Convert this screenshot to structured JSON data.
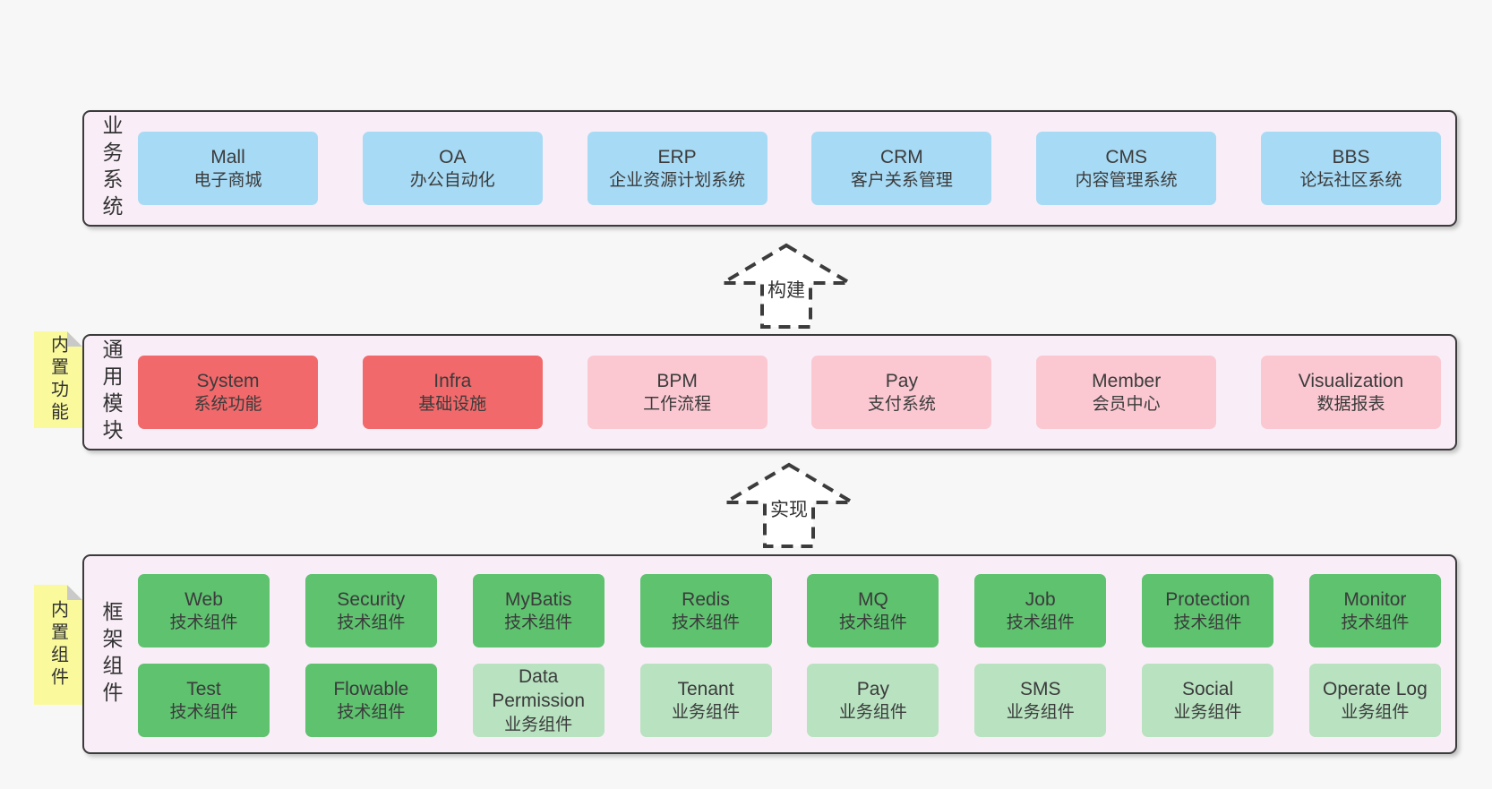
{
  "colors": {
    "page_background": "#f7f7f7",
    "container_background": "#f9eef7",
    "container_border": "#3b3b3b",
    "blue_box": "#a7daf5",
    "red_box": "#f1696b",
    "pink_box": "#fbc8d2",
    "green_box": "#5ec26f",
    "light_green_box": "#b8e2c0",
    "sticky_note": "#fafa9d",
    "sticky_fold": "#c9c9c9",
    "arrow_stroke": "#3c3c3c",
    "arrow_fill": "#ffffff",
    "text": "#3b3b3b"
  },
  "arrows": [
    {
      "label": "构建"
    },
    {
      "label": "实现"
    }
  ],
  "notes": [
    {
      "label": "内置功能"
    },
    {
      "label": "内置组件"
    }
  ],
  "layers": [
    {
      "label": "业务系统",
      "boxes": [
        {
          "en": "Mall",
          "zh": "电子商城"
        },
        {
          "en": "OA",
          "zh": "办公自动化"
        },
        {
          "en": "ERP",
          "zh": "企业资源计划系统"
        },
        {
          "en": "CRM",
          "zh": "客户关系管理"
        },
        {
          "en": "CMS",
          "zh": "内容管理系统"
        },
        {
          "en": "BBS",
          "zh": "论坛社区系统"
        }
      ]
    },
    {
      "label": "通用模块",
      "boxes": [
        {
          "en": "System",
          "zh": "系统功能"
        },
        {
          "en": "Infra",
          "zh": "基础设施"
        },
        {
          "en": "BPM",
          "zh": "工作流程"
        },
        {
          "en": "Pay",
          "zh": "支付系统"
        },
        {
          "en": "Member",
          "zh": "会员中心"
        },
        {
          "en": "Visualization",
          "zh": "数据报表"
        }
      ]
    },
    {
      "label": "框架组件",
      "rows": [
        [
          {
            "en": "Web",
            "zh": "技术组件"
          },
          {
            "en": "Security",
            "zh": "技术组件"
          },
          {
            "en": "MyBatis",
            "zh": "技术组件"
          },
          {
            "en": "Redis",
            "zh": "技术组件"
          },
          {
            "en": "MQ",
            "zh": "技术组件"
          },
          {
            "en": "Job",
            "zh": "技术组件"
          },
          {
            "en": "Protection",
            "zh": "技术组件"
          },
          {
            "en": "Monitor",
            "zh": "技术组件"
          }
        ],
        [
          {
            "en": "Test",
            "zh": "技术组件"
          },
          {
            "en": "Flowable",
            "zh": "技术组件"
          },
          {
            "en": "Data Permission",
            "zh": "业务组件"
          },
          {
            "en": "Tenant",
            "zh": "业务组件"
          },
          {
            "en": "Pay",
            "zh": "业务组件"
          },
          {
            "en": "SMS",
            "zh": "业务组件"
          },
          {
            "en": "Social",
            "zh": "业务组件"
          },
          {
            "en": "Operate Log",
            "zh": "业务组件"
          }
        ]
      ]
    }
  ]
}
